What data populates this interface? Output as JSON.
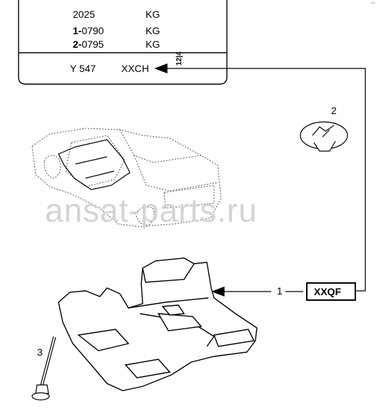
{
  "plate": {
    "rows": [
      {
        "prefix": "",
        "code": "2025",
        "unit": "KG"
      },
      {
        "prefix": "1-",
        "code": "0790",
        "unit": "KG"
      },
      {
        "prefix": "2-",
        "code": "0795",
        "unit": "KG"
      }
    ],
    "bottom_code": "Y 547",
    "bottom_color": "XXCH",
    "vertical_code": "12|4"
  },
  "callouts": [
    {
      "number": "1",
      "part_label": "XXQF"
    },
    {
      "number": "2"
    },
    {
      "number": "3"
    }
  ],
  "watermark": "ansat-parts.ru",
  "corner_mark": "ᵃᵖᵃ"
}
